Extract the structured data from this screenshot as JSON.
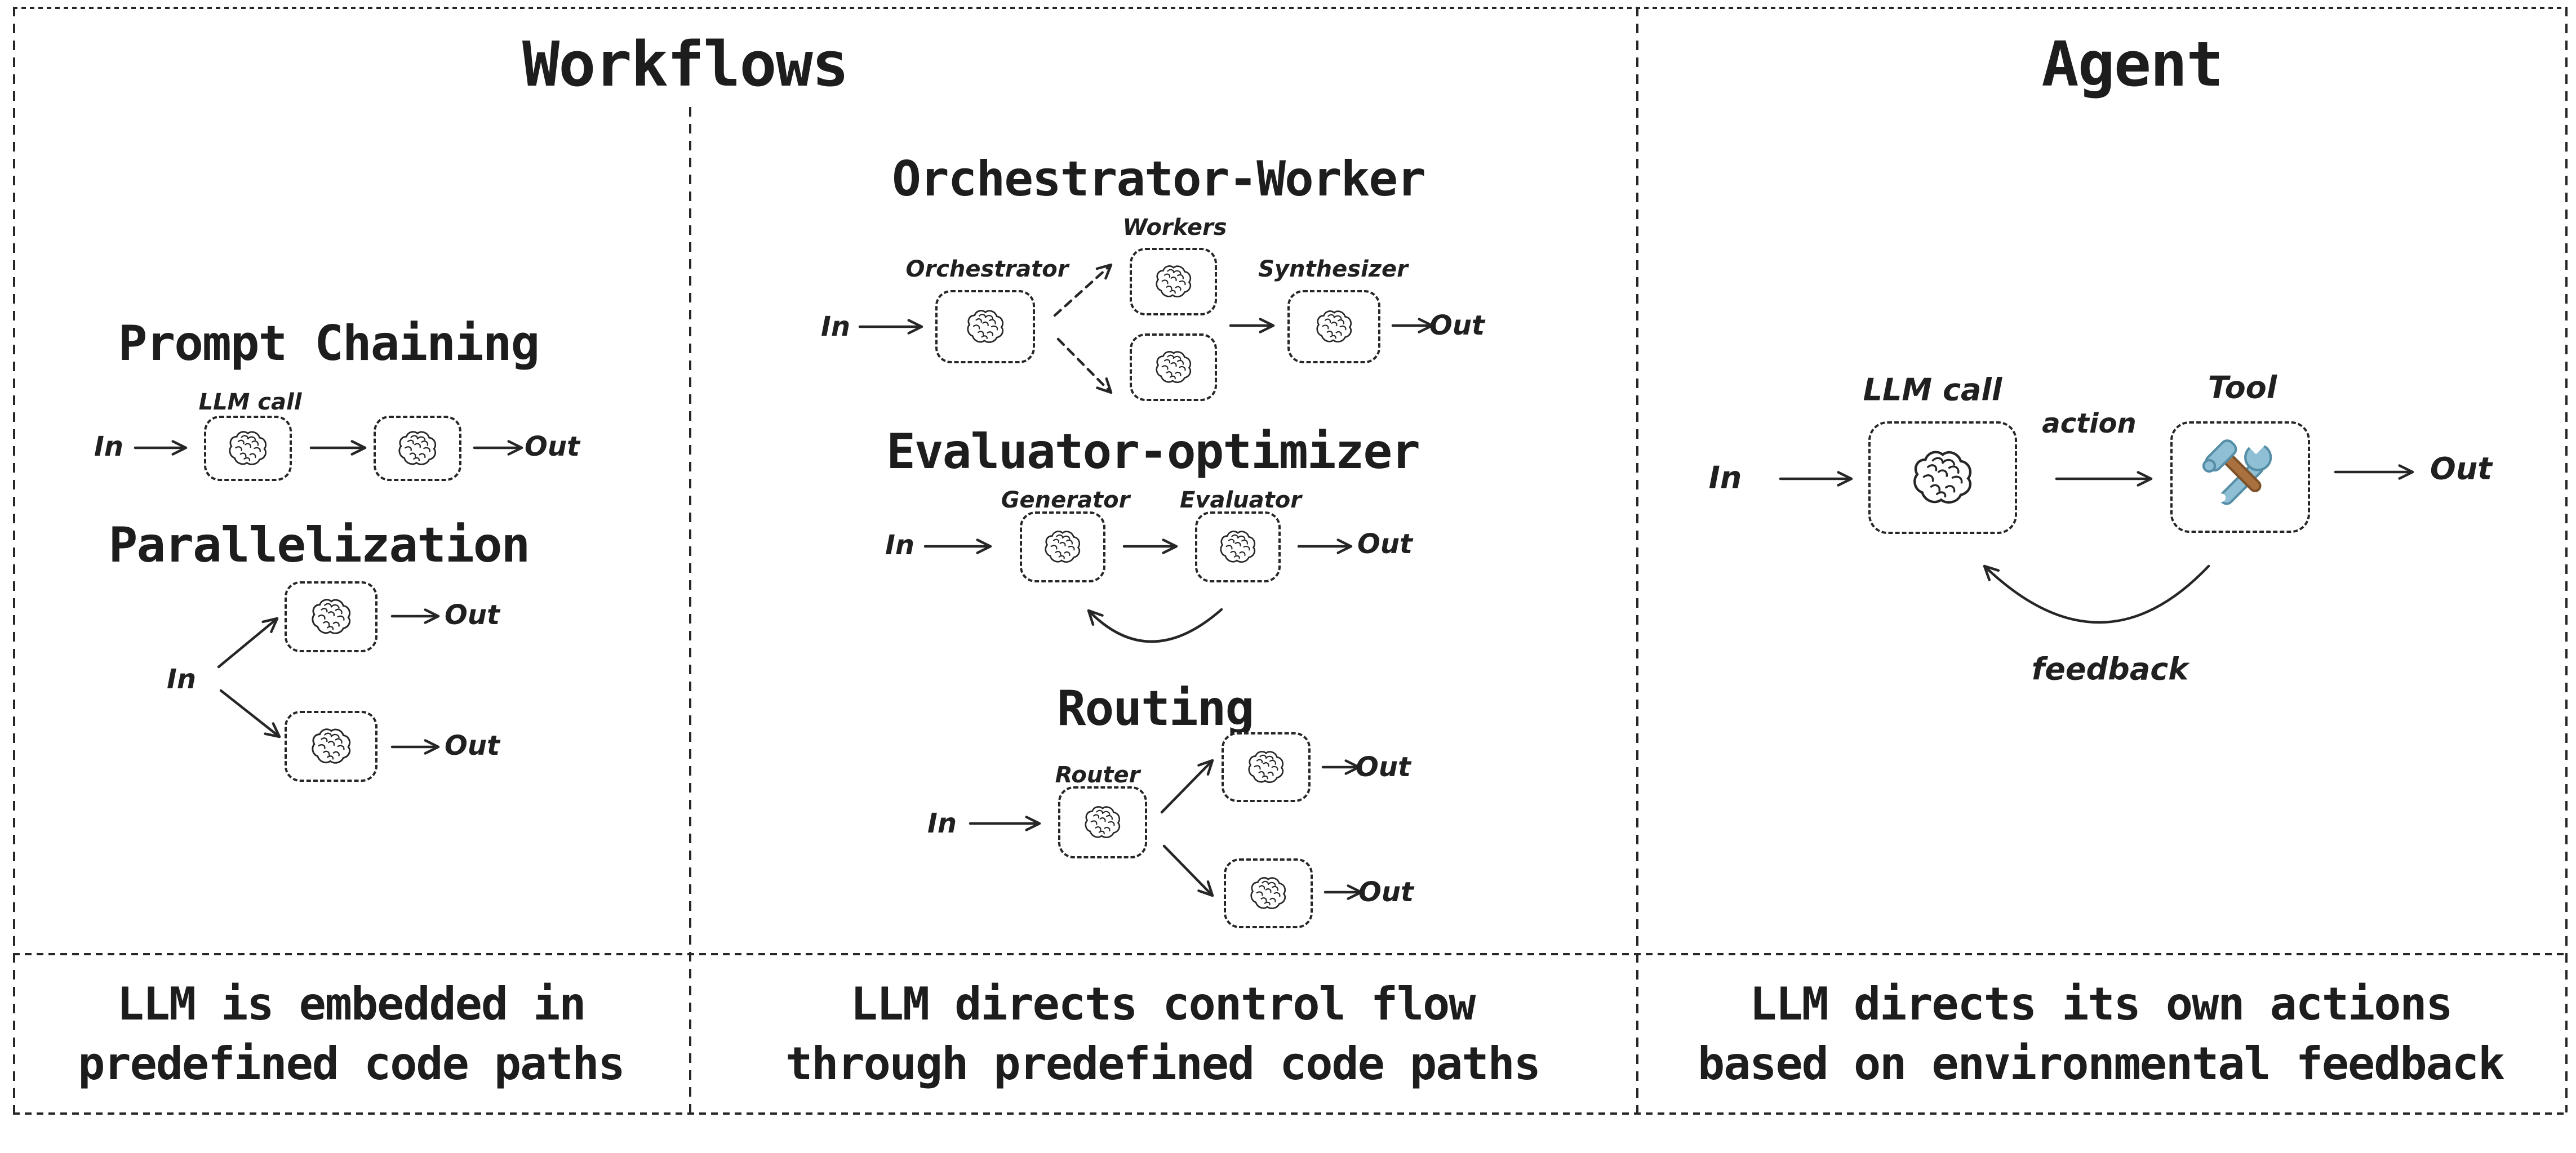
{
  "panels": {
    "workflows": {
      "title": "Workflows"
    },
    "agent": {
      "title": "Agent"
    }
  },
  "sections": {
    "prompt_chaining": {
      "title": "Prompt Chaining",
      "llm_call_label": "LLM call",
      "in": "In",
      "out": "Out"
    },
    "parallelization": {
      "title": "Parallelization",
      "in": "In",
      "out_top": "Out",
      "out_bottom": "Out"
    },
    "orchestrator_worker": {
      "title": "Orchestrator-Worker",
      "workers_label": "Workers",
      "orchestrator_label": "Orchestrator",
      "synthesizer_label": "Synthesizer",
      "in": "In",
      "out": "Out"
    },
    "evaluator_optimizer": {
      "title": "Evaluator-optimizer",
      "generator_label": "Generator",
      "evaluator_label": "Evaluator",
      "in": "In",
      "out": "Out"
    },
    "routing": {
      "title": "Routing",
      "router_label": "Router",
      "in": "In",
      "out_top": "Out",
      "out_bottom": "Out"
    },
    "agent_flow": {
      "llm_call_label": "LLM call",
      "tool_label": "Tool",
      "action_label": "action",
      "feedback_label": "feedback",
      "in": "In",
      "out": "Out"
    }
  },
  "captions": {
    "workflows_left": {
      "line1": "LLM is embedded in",
      "line2": "predefined code paths"
    },
    "workflows_right": {
      "line1": "LLM directs control flow",
      "line2": "through predefined code paths"
    },
    "agent": {
      "line1": "LLM directs its own actions",
      "line2": "based on environmental feedback"
    }
  },
  "icons": {
    "node": "brain-icon",
    "tool": "hammer-wrench-icon"
  },
  "colors": {
    "ink": "#262626",
    "tool_blue": "#8fbfd4",
    "tool_blue_dark": "#558ea6",
    "handle_brown": "#a9713f"
  }
}
